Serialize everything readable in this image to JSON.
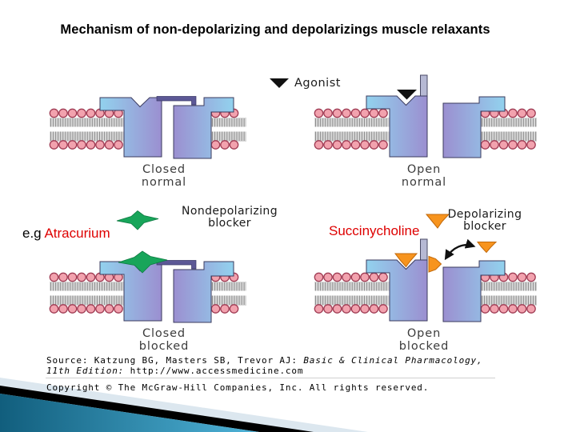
{
  "slide": {
    "title": "Mechanism of non-depolarizing and depolarizings muscle relaxants",
    "legend": {
      "agonist": "Agonist",
      "nondepolarizing_line1": "Nondepolarizing",
      "nondepolarizing_line2": "blocker",
      "depolarizing_line1": "Depolarizing",
      "depolarizing_line2": "blocker"
    },
    "drugs": {
      "example_prefix": "e.g",
      "nondepolarizing": "Atracurium",
      "depolarizing": "Succinycholine"
    },
    "diagrams": {
      "closed_normal": {
        "line1": "Closed",
        "line2": "normal"
      },
      "open_normal": {
        "line1": "Open",
        "line2": "normal"
      },
      "closed_blocked": {
        "line1": "Closed",
        "line2": "blocked"
      },
      "open_blocked": {
        "line1": "Open",
        "line2": "blocked"
      }
    },
    "source": {
      "line1_prefix": "Source: Katzung BG, Masters SB, Trevor AJ: ",
      "line1_italic": "Basic & Clinical Pharmacology,",
      "line2_italic": "11th Edition:",
      "line2_suffix": " http://www.accessmedicine.com",
      "copyright": "Copyright © The McGraw-Hill Companies, Inc. All rights reserved."
    },
    "colors": {
      "drug_text_red": "#DE0000",
      "nondepolarizing_blocker_green": "#18A55A",
      "depolarizing_blocker_orange": "#F7941E",
      "agonist_black": "#111111",
      "membrane_head_pink": "#F2A2AE",
      "membrane_head_outline": "#A03C54",
      "channel_blue": "#92D2EE",
      "channel_purple": "#9B8FD0",
      "gate_bar_slate": "#5C5896",
      "decoration_teal_dark": "#115E7D",
      "decoration_teal_light": "#4FB3D8",
      "decoration_black": "#000000",
      "decoration_pale": "#DCE7EF"
    }
  }
}
